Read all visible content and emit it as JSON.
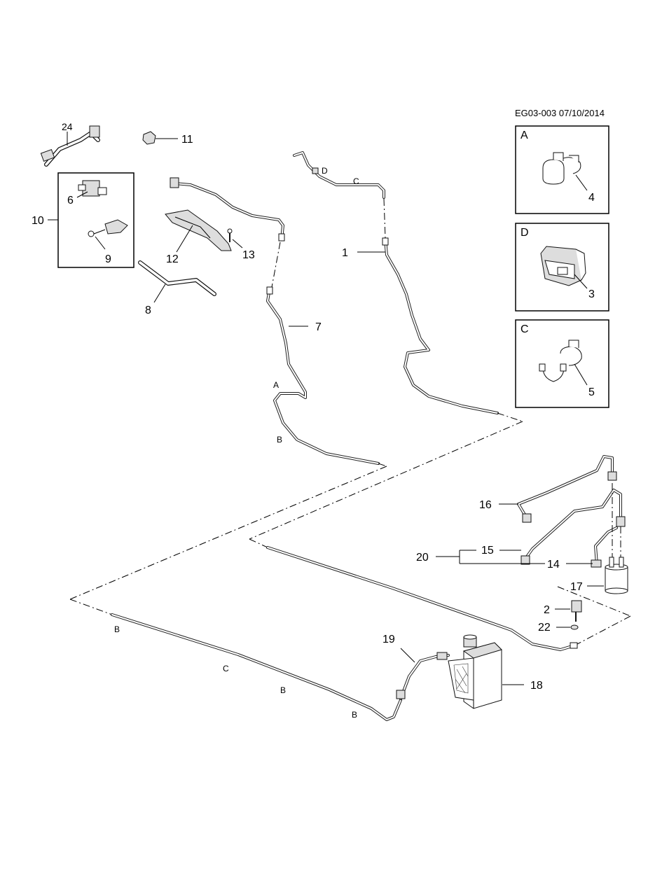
{
  "reference": "EG03-003 07/10/2014",
  "callouts": {
    "c1": "1",
    "c2": "2",
    "c3": "3",
    "c4": "4",
    "c5": "5",
    "c6": "6",
    "c7": "7",
    "c8": "8",
    "c9": "9",
    "c10": "10",
    "c11": "11",
    "c12": "12",
    "c13": "13",
    "c14": "14",
    "c15": "15",
    "c16": "16",
    "c17": "17",
    "c18": "18",
    "c19": "19",
    "c20": "20",
    "c22": "22",
    "c24": "24"
  },
  "detail_boxes": {
    "a": "A",
    "d": "D",
    "c": "C"
  },
  "pipe_letters": {
    "d_top": "D",
    "c_top": "C",
    "a_mid": "A",
    "b_mid": "B",
    "b_low1": "B",
    "c_low": "C",
    "b_low2": "B",
    "b_low3": "B"
  }
}
